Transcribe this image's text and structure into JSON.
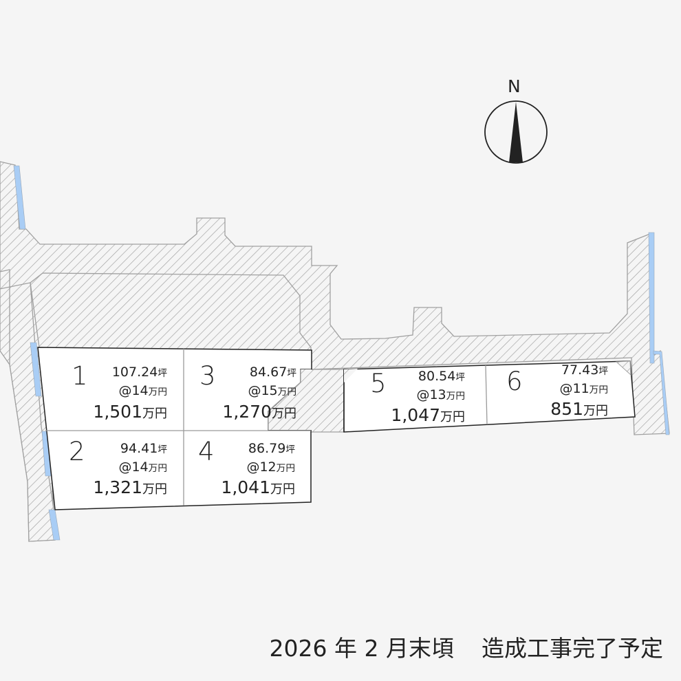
{
  "map": {
    "compass": {
      "label": "N",
      "icon": "north-arrow-icon"
    },
    "colors": {
      "background": "#f5f5f5",
      "road_hatch": "#9e9e9e",
      "road_outline": "#a0a0a0",
      "waterway": "#a9cdf5",
      "lot_fill": "#ffffff",
      "lot_outline": "#222222",
      "text": "#222222"
    },
    "lots": [
      {
        "number": "1",
        "area": "107.24",
        "area_unit": "坪",
        "unit_price": "@14",
        "unit_price_suffix": "万円",
        "total": "1,501",
        "total_suffix": "万円"
      },
      {
        "number": "2",
        "area": "94.41",
        "area_unit": "坪",
        "unit_price": "@14",
        "unit_price_suffix": "万円",
        "total": "1,321",
        "total_suffix": "万円"
      },
      {
        "number": "3",
        "area": "84.67",
        "area_unit": "坪",
        "unit_price": "@15",
        "unit_price_suffix": "万円",
        "total": "1,270",
        "total_suffix": "万円"
      },
      {
        "number": "4",
        "area": "86.79",
        "area_unit": "坪",
        "unit_price": "@12",
        "unit_price_suffix": "万円",
        "total": "1,041",
        "total_suffix": "万円"
      },
      {
        "number": "5",
        "area": "80.54",
        "area_unit": "坪",
        "unit_price": "@13",
        "unit_price_suffix": "万円",
        "total": "1,047",
        "total_suffix": "万円"
      },
      {
        "number": "6",
        "area": "77.43",
        "area_unit": "坪",
        "unit_price": "@11",
        "unit_price_suffix": "万円",
        "total": "851",
        "total_suffix": "万円"
      }
    ]
  },
  "footer": {
    "schedule": "2026 年 2 月末頃",
    "status": "造成工事完了予定"
  }
}
